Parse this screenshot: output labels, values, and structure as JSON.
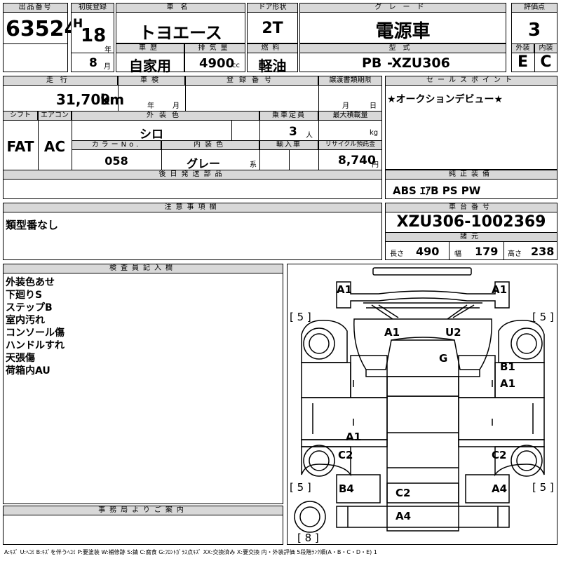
{
  "header": {
    "lot_label": "出品番号",
    "lot": "63524",
    "first_reg_label": "初度登録",
    "era": "H",
    "year": "18",
    "year_unit": "年",
    "month": "8",
    "month_unit": "月",
    "car_name_label": "車名",
    "car_name": "トヨエース",
    "history_label": "車歴",
    "history": "自家用",
    "displacement_label": "排気量",
    "displacement": "4900",
    "displacement_unit": "cc",
    "door_label": "ドア形状",
    "door": "2T",
    "fuel_label": "燃料",
    "fuel": "軽油",
    "grade_label": "グレード",
    "grade": "電源車",
    "model_label": "型式",
    "model_prefix": "PB",
    "model": "-XZU306",
    "score_label": "評価点",
    "score": "3",
    "ext_label": "外装",
    "ext": "E",
    "int_label": "内装",
    "int": "C"
  },
  "row2": {
    "mileage_label": "走行",
    "mileage": "31,709",
    "mileage_unit": "km",
    "inspection_label": "車検",
    "insp_year_unit": "年",
    "insp_month_unit": "月",
    "regno_label": "登録番号",
    "transfer_label": "譲渡書類期限",
    "transfer_month_unit": "月",
    "transfer_day_unit": "日",
    "shift_label": "シフト",
    "shift": "FAT",
    "ac_label": "エアコン",
    "ac": "AC",
    "color_label": "外装色",
    "color": "シロ",
    "capacity_label": "乗車定員",
    "capacity": "3",
    "capacity_unit": "人",
    "load_label": "最大積載量",
    "load_unit": "kg",
    "colorno_label": "カラーNo.",
    "colorno": "058",
    "interior_label": "内装色",
    "interior": "グレー",
    "interior_unit": "系",
    "import_label": "輸入車",
    "recycle_label": "リサイクル預託金",
    "recycle": "8,740",
    "recycle_unit": "円",
    "later_label": "後日発送部品"
  },
  "sales": {
    "label": "セールスポイント",
    "text": "★オークションデビュー★"
  },
  "equipment": {
    "label": "純正装備",
    "text": "ABS ｴｱB PS PW"
  },
  "caution": {
    "label": "注意事項欄",
    "text": "類型番なし"
  },
  "chassis": {
    "label": "車台番号",
    "number": "XZU306-1002369",
    "spec_label": "諸元",
    "length_label": "長さ",
    "length": "490",
    "width_label": "幅",
    "width": "179",
    "height_label": "高さ",
    "height": "238"
  },
  "inspector": {
    "label": "検査員記入欄",
    "lines": [
      "外装色あせ",
      "下廻りS",
      "ステップB",
      "室内汚れ",
      "コンソール傷",
      "ハンドルすれ",
      "天張傷",
      "荷箱内AU"
    ]
  },
  "office": {
    "label": "事務局よりご案内"
  },
  "legend": "A:ｷｽﾞ U:ﾍｺﾐ B:ｷｽﾞを伴うﾍｺﾐ P:要塗装 W:補修跡 S:錆 C:腐食 G:ﾌﾛﾝﾄｶﾞﾗｽ点ｷｽﾞ XX:交換済み X:要交換 内・外装評価 5段階ﾗﾝｸ順(A・B・C・D・E) 1",
  "diagram": {
    "damages": {
      "front_left": "A1",
      "front_right": "A1",
      "cab_left": "A1",
      "cab_right": "U2",
      "windshield": "G",
      "door_right_1": "B1",
      "door_right_2": "A1",
      "side_left": "A1",
      "rear_left_upper": "C2",
      "rear_right_upper": "C2",
      "rear_left_lower": "B4",
      "rear_right_lower": "A4",
      "rear_center": "C2",
      "bumper": "A4"
    },
    "tires": {
      "front_left": "[ 5 ]",
      "front_right": "[ 5 ]",
      "rear_left": "[ 5 ]",
      "rear_right": "[ 5 ]",
      "spare": "[ 8 ]"
    }
  }
}
